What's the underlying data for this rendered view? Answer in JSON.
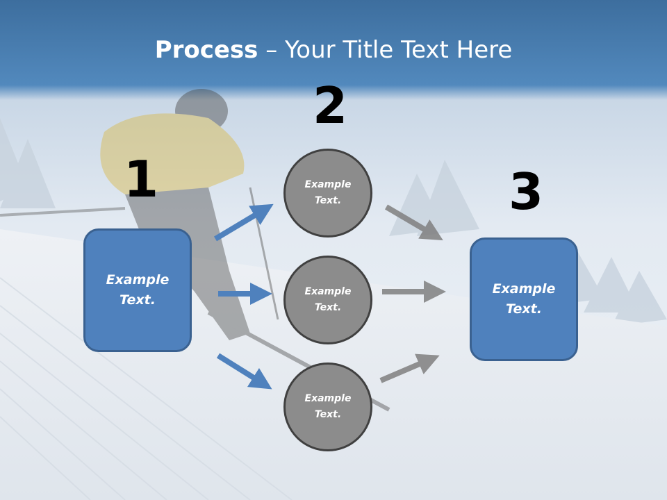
{
  "title": {
    "bold": "Process",
    "rest": " – Your Title Text Here"
  },
  "steps": [
    "1",
    "2",
    "3"
  ],
  "left_box": {
    "line1": "Example",
    "line2": "Text."
  },
  "right_box": {
    "line1": "Example",
    "line2": "Text."
  },
  "circles": [
    {
      "line1": "Example",
      "line2": "Text."
    },
    {
      "line1": "Example",
      "line2": "Text."
    },
    {
      "line1": "Example",
      "line2": "Text."
    }
  ],
  "colors": {
    "box_fill": "#4f81bd",
    "circle_fill": "#8c8c8c",
    "arrow_blue": "#4f81bd",
    "arrow_gray": "#808080"
  }
}
